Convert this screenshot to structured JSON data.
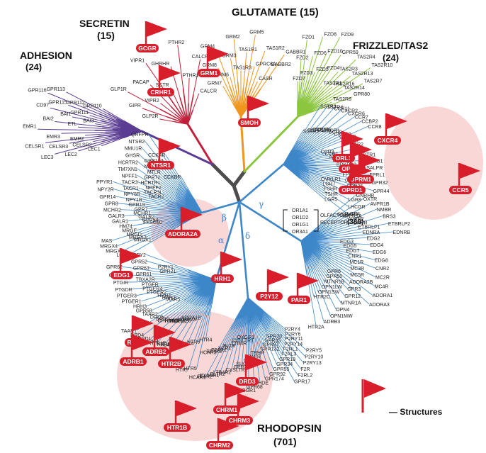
{
  "families": {
    "glutamate": "GLUTAMATE (15)",
    "secretin": "SECRETIN",
    "secretin_count": "(15)",
    "adhesion": "ADHESION",
    "adhesion_count": "(24)",
    "frizzled": "FRIZZLED/TAS2",
    "frizzled_count": "(24)",
    "rhodopsin": "RHODOPSIN",
    "rhodopsin_count": "(701)"
  },
  "subgroups": {
    "alpha": "α",
    "beta": "β",
    "gamma": "γ",
    "delta": "δ"
  },
  "olfactory": {
    "members": [
      "OR1A1",
      "OR1D2",
      "OR1G1",
      "OR3A1"
    ],
    "label1": "OLFACTORY",
    "label2": "RECEPTORS",
    "count": "(388)"
  },
  "legend": {
    "label": "— Structures"
  },
  "colors": {
    "glutamate": "#f0951e",
    "secretin": "#c21f3a",
    "adhesion": "#5a3d93",
    "frizzled": "#8cc63f",
    "rhodopsin": "#3d87c9",
    "trunk": "#4d4d4d",
    "flag": "#d81e2a",
    "highlight": "#f7c9c9"
  },
  "structures": [
    {
      "id": "GCGR",
      "label": "GCGR"
    },
    {
      "id": "CRHR1",
      "label": "CRHR1"
    },
    {
      "id": "GRM1",
      "label": "GRM1"
    },
    {
      "id": "SMOH",
      "label": "SMOH"
    },
    {
      "id": "NTSR1",
      "label": "NTSR1"
    },
    {
      "id": "ORL1",
      "label": "ORL1"
    },
    {
      "id": "OPRK1",
      "label": "OPRK1"
    },
    {
      "id": "OPRM1",
      "label": "OPRM1"
    },
    {
      "id": "OPRD1",
      "label": "OPRD1"
    },
    {
      "id": "CXCR4",
      "label": "CXCR4"
    },
    {
      "id": "CCR5",
      "label": "CCR5"
    },
    {
      "id": "ADORA2A",
      "label": "ADORA2A"
    },
    {
      "id": "EDG1",
      "label": "EDG1"
    },
    {
      "id": "HRH1",
      "label": "HRH1"
    },
    {
      "id": "P2Y12",
      "label": "P2Y12"
    },
    {
      "id": "PAR1",
      "label": "PAR1"
    },
    {
      "id": "RHO",
      "label": "RHO"
    },
    {
      "id": "ADRB2",
      "label": "ADRB2"
    },
    {
      "id": "ADRB1",
      "label": "ADRB1"
    },
    {
      "id": "HTR2B",
      "label": "HTR2B"
    },
    {
      "id": "DRD3",
      "label": "DRD3"
    },
    {
      "id": "CHRM1",
      "label": "CHRM1"
    },
    {
      "id": "CHRM3",
      "label": "CHRM3"
    },
    {
      "id": "HTR1B",
      "label": "HTR1B"
    },
    {
      "id": "CHRM2",
      "label": "CHRM2"
    }
  ],
  "leaves": {
    "glutamate": [
      "GRM7",
      "GRM8",
      "GRM4",
      "GRM6",
      "GRM3",
      "GRM2",
      "TAS1R3",
      "TAS1R1",
      "GRM5",
      "GPRC6A",
      "TAS1R2",
      "CASR",
      "GABBR2",
      "GABBR1"
    ],
    "secretin": [
      "GLP2R",
      "GIPR",
      "GLP1R",
      "VIPR2",
      "PACAP",
      "VIPR1",
      "SCTR",
      "GHRHR",
      "PTHR2",
      "PTHR1",
      "CALCRL",
      "CALCR"
    ],
    "adhesion": [
      "LEC1",
      "LEC2",
      "LEC3",
      "CELSR2",
      "CELSR3",
      "CELSR1",
      "EMR2",
      "EMR3",
      "EMR1",
      "ETL",
      "BAI2",
      "BAI3",
      "BAI1",
      "CD97",
      "GPR111",
      "GPR115",
      "GPR116",
      "GPR112",
      "GPR113",
      "GPR110"
    ],
    "frizzled": [
      "FZD7",
      "FZD2",
      "FZD1",
      "FZD3",
      "FZD6",
      "FZD8",
      "FZD5",
      "FZD10",
      "FZD9",
      "FZD4",
      "GPR59",
      "TAS2R1",
      "TAS2R3",
      "TAS2R4",
      "TAS2R16",
      "TAS2R13",
      "TAS2R10",
      "TAS2R14",
      "TAS2R7",
      "TAS2R8",
      "GPR80"
    ],
    "rhodopsin": [
      "SSTR5",
      "SSTR3",
      "SSTR1",
      "SSTR4",
      "CCR10",
      "CCR11",
      "CCR6",
      "CXCR2",
      "CXCR1",
      "CXCR6",
      "CCR9",
      "CCR7",
      "CXCR3",
      "CCBP2",
      "CCRL2",
      "CCR8",
      "CCR4",
      "CCR3",
      "CCR2",
      "CCR1",
      "RDC1",
      "ADMR",
      "AGTR1",
      "AGTR2",
      "BDKRB1",
      "BDKRB2",
      "SALPR",
      "FPR1",
      "FPRL1",
      "FPRL2",
      "GPR32",
      "CRTH2",
      "GPR44",
      "GPR26",
      "CMKLR1",
      "C5R1",
      "LGR7",
      "LGR8",
      "FSHR",
      "LHCGR",
      "TSHR",
      "LGR4",
      "LGR5",
      "LGR6",
      "MRGX1",
      "MRGX2",
      "MRGX3",
      "MRGX4",
      "MRGD",
      "MAS",
      "MRGE",
      "FKSG80",
      "HM74",
      "GPR54",
      "GALR1",
      "GALR2",
      "GALR3",
      "MCHR1",
      "MCHR2",
      "GPR7",
      "GPR8",
      "GPR19",
      "GPR14",
      "NPY1R",
      "NPY2R",
      "NPY5R",
      "PPYR1",
      "TACR1",
      "TACR2",
      "TACR3",
      "TACR3L",
      "NPFF1",
      "NPFF2",
      "TM7XN1",
      "HCRTR1",
      "HCRTR2",
      "GPR72",
      "GHSR",
      "MTLR",
      "NMU1R",
      "NMU2R",
      "NTSR2",
      "GPR103",
      "QRFPR",
      "CCKAR",
      "CCKBR",
      "GNRHR",
      "GNRHR2",
      "OXTR",
      "AVPR1A",
      "AVPR1B",
      "AVPR2",
      "NMBR",
      "GRPR",
      "BRS3",
      "ETBRLP1",
      "ETBRLP2",
      "EDNRA",
      "EDNRB",
      "EDG2",
      "EDG3",
      "EDG4",
      "EDG5",
      "EDG6",
      "EDG7",
      "EDG8",
      "CNR1",
      "CNR2",
      "MC1R",
      "MC2R",
      "MC3R",
      "MC4R",
      "MC5R",
      "ADORA1",
      "ADORA2B",
      "ADORA3",
      "GPR3",
      "GPR6",
      "GPR12",
      "GPR50",
      "MTNR1A",
      "MTNR1B",
      "OPN4",
      "OPN1LW",
      "OPN1MW",
      "OPN1SW",
      "ADRB3",
      "HTR2C",
      "HTR2A",
      "HTR4",
      "HTR5",
      "HTR6",
      "HTR7",
      "ADRA1A",
      "ADRA1B",
      "ADRA1D",
      "ADRA2A",
      "ADRA2B",
      "ADRA2C",
      "HTR1A",
      "HTR1D",
      "HTR1E",
      "HTR1F",
      "CHRM4",
      "CHRM5",
      "DRD1",
      "DRD2",
      "DRD4",
      "DRD5",
      "TAAR1",
      "TAAR2",
      "TAAR5",
      "GPR58",
      "HRH2",
      "HRH3",
      "HRH4",
      "PTGER1",
      "PTGER2",
      "PTGER3",
      "PTGER4",
      "PTGDR",
      "PTGFR",
      "PTGIR",
      "TBXA2R",
      "GPR78",
      "GPR61",
      "GPR62",
      "GPR63",
      "GPR21",
      "GPR52",
      "P2RY1",
      "P2RY2",
      "P2RY4",
      "P2RY5",
      "P2RY6",
      "P2RY10",
      "P2RY11",
      "P2RY13",
      "P2RY14",
      "F2R",
      "F2RL1",
      "F2RL2",
      "F2RL3",
      "GPR17",
      "GPR18",
      "GPR20",
      "GPR34",
      "GPR35",
      "GPR55",
      "GPR87",
      "GPR92",
      "GPR132",
      "GPR174",
      "TRHR",
      "TRHDE",
      "PAFR",
      "GPR68",
      "GPR4",
      "OGR1",
      "SUCNR1",
      "OXGR1",
      "GPR31",
      "CYSLTR1",
      "CYSLTR2",
      "LTB4R",
      "LTB4R2",
      "BLTR",
      "BLTR2",
      "XCR1",
      "CX3CR1",
      "FFAR1",
      "FFAR2",
      "FFAR3",
      "HCAR1",
      "HCAR3"
    ]
  }
}
